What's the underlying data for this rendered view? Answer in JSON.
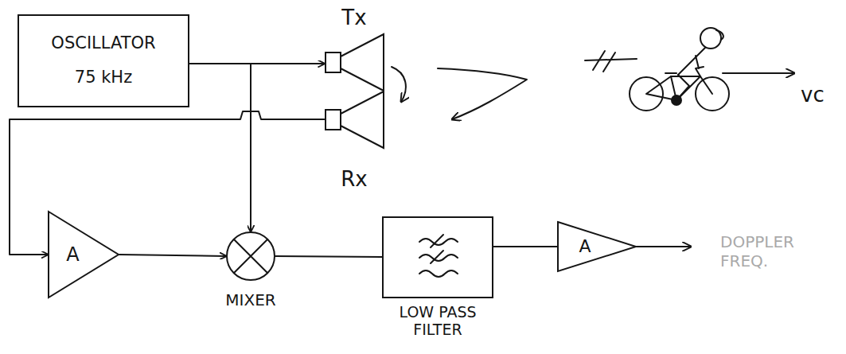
{
  "diagram": {
    "nodes": [
      {
        "text": [
          "OSCILLATOR",
          "75 kHz"
        ]
      },
      {
        "text": [
          "Tx"
        ]
      },
      {
        "text": [
          "Rx"
        ]
      },
      {
        "text": [
          "A"
        ]
      },
      {
        "text": [
          "MIXER"
        ]
      },
      {
        "text": [
          "LOW PASS FILTER"
        ]
      },
      {
        "text": [
          "A"
        ]
      }
    ],
    "edges": [
      {
        "from": 0,
        "to": 1,
        "arrow": "to"
      },
      {
        "from": 0,
        "to": 4,
        "arrow": "to"
      },
      {
        "from": 2,
        "to": 3,
        "arrow": "to"
      },
      {
        "from": 3,
        "to": 4,
        "arrow": "to"
      },
      {
        "from": 4,
        "to": 5,
        "arrow": "none"
      },
      {
        "from": 5,
        "to": 6,
        "arrow": "none"
      }
    ],
    "labels": [
      "DOPPLER FREQ.",
      "vc"
    ]
  }
}
